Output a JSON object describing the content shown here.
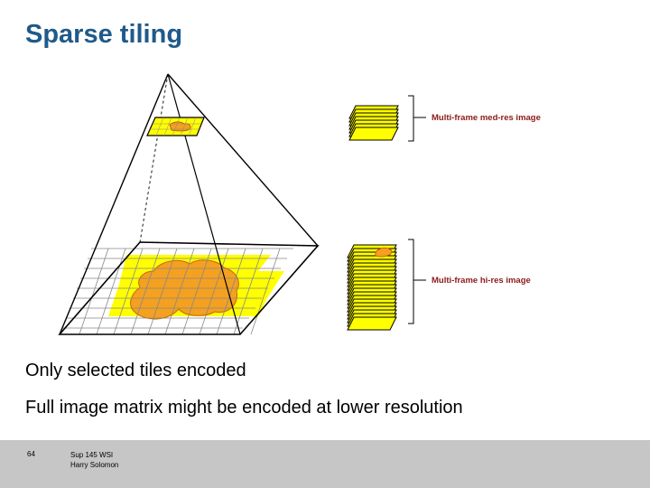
{
  "slide": {
    "title": "Sparse tiling",
    "med_res_label": "Multi-frame med-res image",
    "hi_res_label": "Multi-frame hi-res image",
    "bullets": [
      "Only selected tiles encoded",
      "Full image matrix might be encoded at lower resolution"
    ]
  },
  "footer": {
    "page_number": "64",
    "line1": "Sup 145 WSI",
    "line2": "Harry Solomon"
  },
  "colors": {
    "title": "#1f5a8a",
    "caption": "#8b1a1a",
    "tile_fill": "#ffff00",
    "tissue_fill": "#f4a020",
    "footer_bg": "#c6c6c6"
  }
}
